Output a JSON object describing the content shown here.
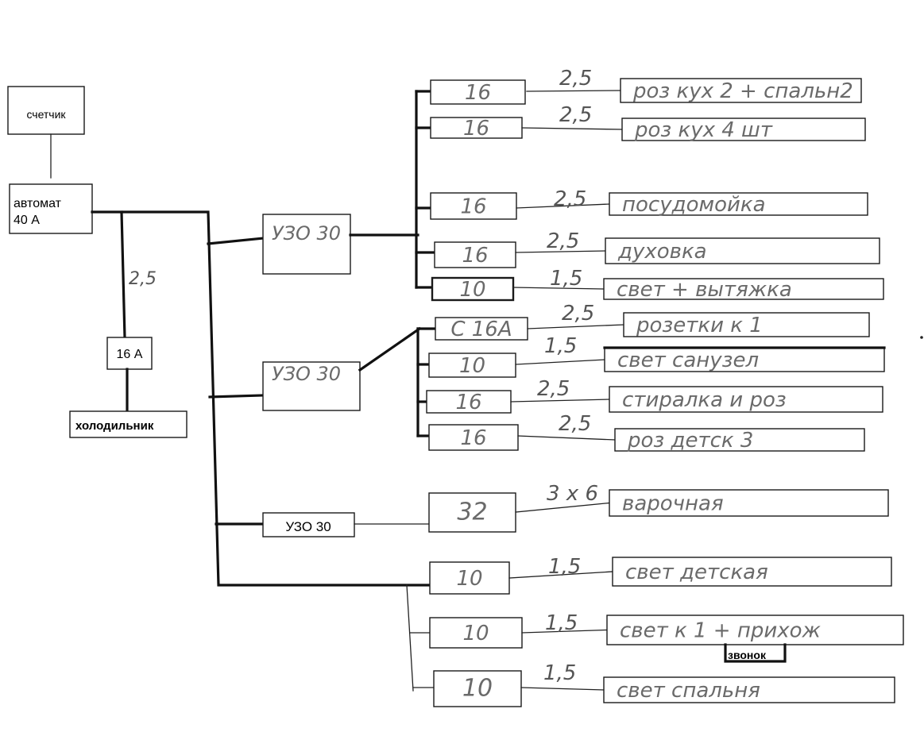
{
  "meter": {
    "label": "счетчик"
  },
  "main_breaker": {
    "line1": "автомат",
    "line2": "40 А"
  },
  "fridge_branch": {
    "wire": "2,5",
    "breaker": "16 А",
    "load": "холодильник"
  },
  "rcds": [
    {
      "label": "УЗО 30"
    },
    {
      "label": "УЗО 30"
    },
    {
      "label": "УЗО 30"
    }
  ],
  "group1": [
    {
      "breaker": "16",
      "wire": "2,5",
      "load": "роз кух 2 + спальн2"
    },
    {
      "breaker": "16",
      "wire": "2,5",
      "load": "роз кух 4 шт"
    },
    {
      "breaker": "16",
      "wire": "2,5",
      "load": "посудомойка"
    },
    {
      "breaker": "16",
      "wire": "2,5",
      "load": "духовка"
    },
    {
      "breaker": "10",
      "wire": "1,5",
      "load": "свет + вытяжка"
    }
  ],
  "group2": [
    {
      "breaker": "С 16А",
      "wire": "2,5",
      "load": "розетки к 1"
    },
    {
      "breaker": "10",
      "wire": "1,5",
      "load": "свет санузел"
    },
    {
      "breaker": "16",
      "wire": "2,5",
      "load": "стиралка и роз"
    },
    {
      "breaker": "16",
      "wire": "2,5",
      "load": "роз детск 3"
    }
  ],
  "group3": [
    {
      "breaker": "32",
      "wire": "3 х 6",
      "load": "варочная"
    }
  ],
  "group4": [
    {
      "breaker": "10",
      "wire": "1,5",
      "load": "свет детская"
    },
    {
      "breaker": "10",
      "wire": "1,5",
      "load": "свет к 1 + прихож"
    },
    {
      "breaker": "10",
      "wire": "1,5",
      "load": "свет спальня"
    }
  ],
  "doorbell": {
    "label": "звонок"
  }
}
